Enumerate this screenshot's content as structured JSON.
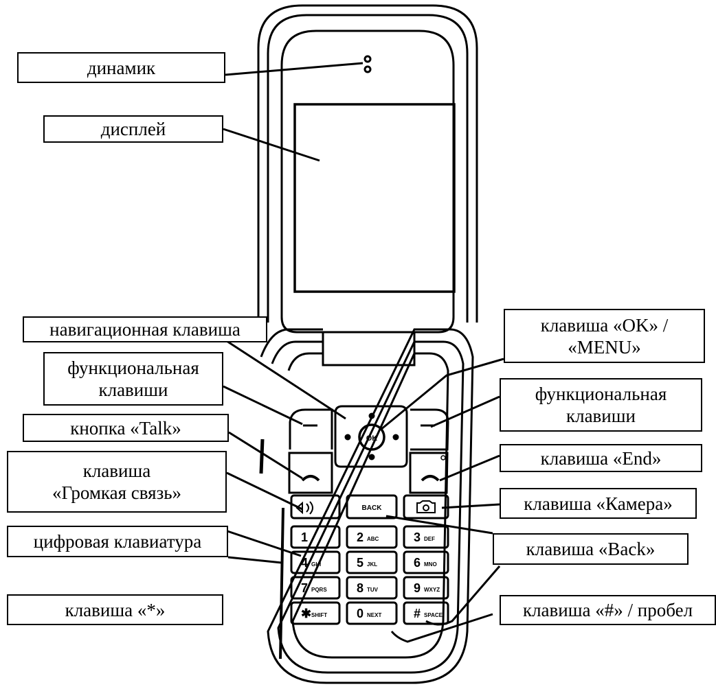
{
  "labels": {
    "speaker": "динамик",
    "display": "дисплей",
    "nav_key": "навигационная клавиша",
    "left_soft_key": [
      "функциональная",
      "клавиши"
    ],
    "talk_button": "кнопка «Talk»",
    "speakerphone_key": [
      "клавиша",
      "«Громкая связь»"
    ],
    "keypad": "цифровая клавиатура",
    "star_key": "клавиша «*»",
    "ok_menu_key": [
      "клавиша «OK» /",
      "«MENU»"
    ],
    "right_soft_key": [
      "функциональная",
      "клавиши"
    ],
    "end_key": "клавиша «End»",
    "camera_key": "клавиша «Камера»",
    "back_key": "клавиша «Back»",
    "hash_space_key": "клавиша «#» / пробел"
  },
  "phone": {
    "ok_text": "OK",
    "back_text": "BACK",
    "keys": [
      {
        "main": "1",
        "sub": ""
      },
      {
        "main": "2",
        "sub": "ABC"
      },
      {
        "main": "3",
        "sub": "DEF"
      },
      {
        "main": "4",
        "sub": "GHI"
      },
      {
        "main": "5",
        "sub": "JKL"
      },
      {
        "main": "6",
        "sub": "MNO"
      },
      {
        "main": "7",
        "sub": "PQRS"
      },
      {
        "main": "8",
        "sub": "TUV"
      },
      {
        "main": "9",
        "sub": "WXYZ"
      },
      {
        "main": "✱",
        "sub": "SHIFT"
      },
      {
        "main": "0",
        "sub": "NEXT"
      },
      {
        "main": "#",
        "sub": "SPACE"
      }
    ]
  }
}
